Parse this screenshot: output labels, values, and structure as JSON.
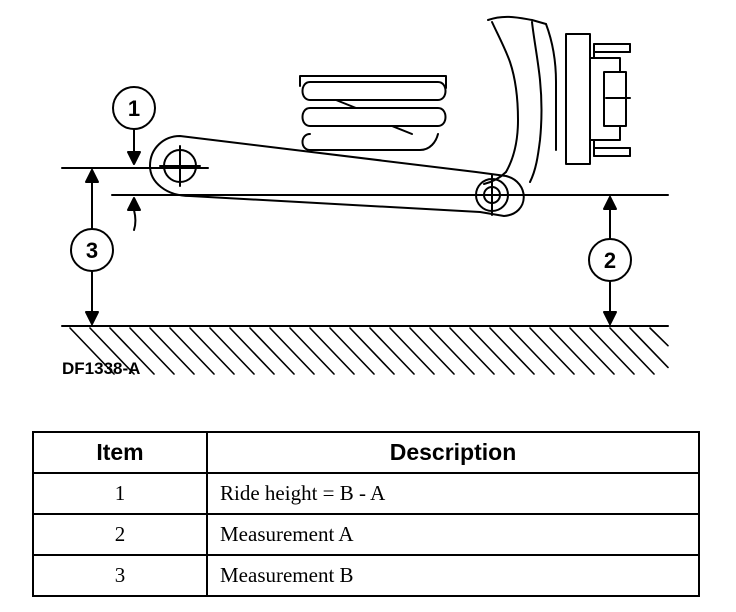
{
  "figure": {
    "code": "DF1338-A",
    "callouts": [
      "1",
      "2",
      "3"
    ]
  },
  "table": {
    "headers": [
      "Item",
      "Description"
    ],
    "rows": [
      {
        "item": "1",
        "description": "Ride height = B - A"
      },
      {
        "item": "2",
        "description": "Measurement A"
      },
      {
        "item": "3",
        "description": "Measurement B"
      }
    ]
  }
}
